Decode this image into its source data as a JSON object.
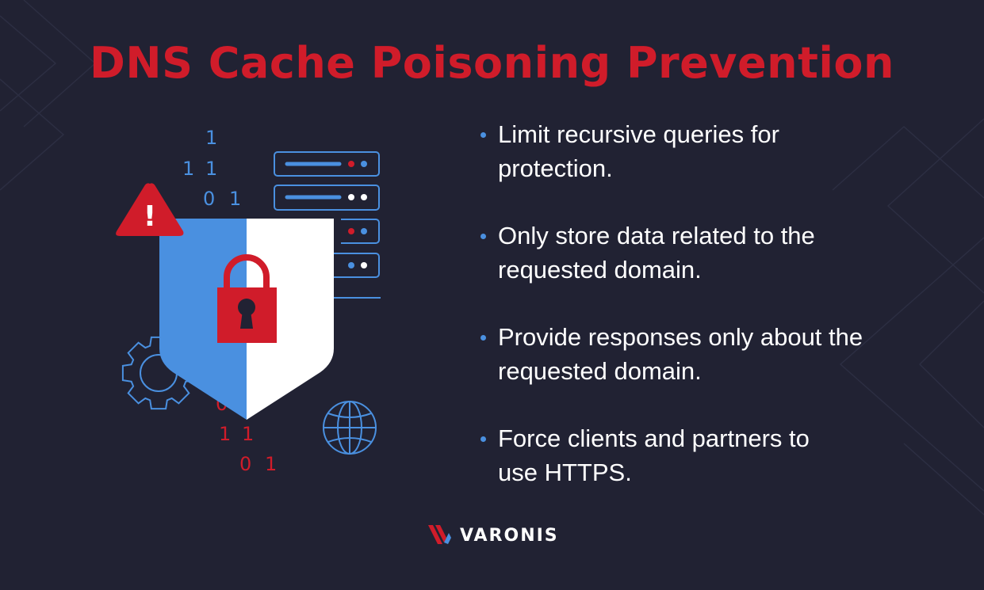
{
  "title": "DNS Cache Poisoning Prevention",
  "bullets": [
    {
      "text": "Limit recursive queries for protection."
    },
    {
      "text": "Only store data related to the requested domain."
    },
    {
      "text": "Provide responses only about the requested domain."
    },
    {
      "text": "Force clients and partners to use HTTPS."
    }
  ],
  "illustration": {
    "binary_top": [
      "1",
      "1",
      "1",
      "0",
      "1"
    ],
    "binary_bottom": [
      "0",
      "1",
      "1",
      "0",
      "1"
    ],
    "warning_symbol": "!",
    "icons": [
      "warning-icon",
      "shield-icon",
      "lock-icon",
      "server-icon",
      "gear-icon",
      "globe-icon"
    ]
  },
  "brand": {
    "name": "VARONIS"
  },
  "colors": {
    "background": "#212233",
    "red": "#d01c2a",
    "blue": "#4a90e0",
    "white": "#ffffff"
  }
}
